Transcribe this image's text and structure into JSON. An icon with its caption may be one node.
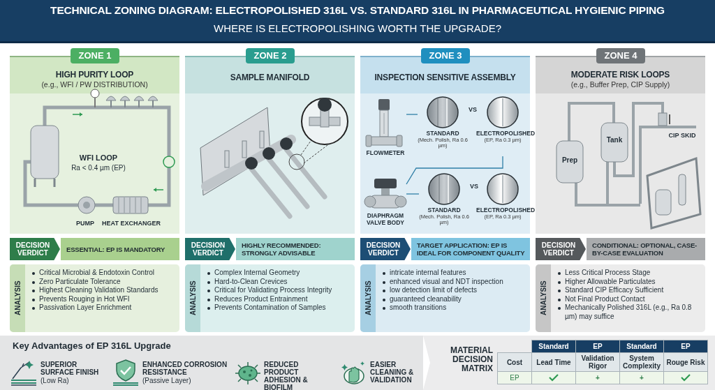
{
  "diagram": {
    "title": "TECHNICAL ZONING DIAGRAM: ELECTROPOLISHED 316L VS. STANDARD 316L IN PHARMACEUTICAL HYGIENIC PIPING",
    "nodes": [
      {
        "text": [
          "HIGH PURITY LOOP",
          "(e.g., WFI / PW DISTRIBUTION)"
        ]
      },
      {
        "text": [
          "ZONE 1"
        ],
        "in": 0
      },
      {
        "text": [
          "DECISION VERDICT"
        ]
      },
      {
        "text": [
          "ESSENTIAL: EP IS MANDATORY"
        ]
      },
      {
        "text": [
          "ANALYSIS",
          "Critical Microbial & Endotoxin Control",
          "Zero Particulate Tolerance",
          "Highest Cleaning Validation Standards",
          "Prevents Rouging in Hot WFI",
          "Passivation Layer Enrichment"
        ]
      },
      {
        "text": [
          "SAMPLE MANIFOLD"
        ]
      },
      {
        "text": [
          "ZONE 2"
        ],
        "in": 5
      },
      {
        "text": [
          "DECISION VERDICT"
        ]
      },
      {
        "text": [
          "HIGHLY RECOMMENDED: STRONGLY ADVISABLE"
        ]
      },
      {
        "text": [
          "ANALYSIS",
          "Complex Internal Geometry",
          "Hard-to-Clean Crevices",
          "Critical for Validating Process Integrity",
          "Reduces Product Entrainment",
          "Prevents Contamination of Samples"
        ]
      },
      {
        "text": [
          "INSPECTION SENSITIVE ASSEMBLY"
        ]
      },
      {
        "text": [
          "ZONE 3"
        ],
        "in": 10
      },
      {
        "text": [
          "FLOWMETER"
        ],
        "in": 10
      },
      {
        "text": [
          "STANDARD",
          "(Mech. Polish, Ra 0.6 µm)"
        ],
        "in": 10
      },
      {
        "text": [
          "ELECTROPOLISHED",
          "(EP, Ra 0.3 µm)"
        ],
        "in": 10
      },
      {
        "text": [
          "DIAPHRAGM VALVE BODY"
        ],
        "in": 10
      },
      {
        "text": [
          "STANDARD",
          "(Mech. Polish, Ra 0.6 µm)"
        ],
        "in": 10
      },
      {
        "text": [
          "ELECTROPOLISHED",
          "(EP, Ra 0.3 µm)"
        ],
        "in": 10
      },
      {
        "text": [
          "DECISION VERDICT"
        ]
      },
      {
        "text": [
          "TARGET APPLICATION: EP IS IDEAL FOR COMPONENT QUALITY"
        ]
      },
      {
        "text": [
          "ANALYSIS",
          "intricate internal features",
          "enhanced visual and NDT inspection",
          "low detection limit of defects",
          "guaranteed cleanability",
          "smooth transitions"
        ]
      },
      {
        "text": [
          "MODERATE RISK LOOPS",
          "(e.g., Buffer Prep, CIP Supply)"
        ]
      },
      {
        "text": [
          "ZONE 4"
        ],
        "in": 21
      },
      {
        "text": [
          "DECISION VERDICT"
        ]
      },
      {
        "text": [
          "CONDITIONAL: OPTIONAL, CASE-BY-CASE EVALUATION"
        ]
      },
      {
        "text": [
          "ANALYSIS",
          "Less Critical Process Stage",
          "Higher Allowable Particulates",
          "Standard CIP Efficacy Sufficient",
          "Not Final Product Contact",
          "Mechanically Polished 316L (e.g., Ra 0.8 µm) may suffice"
        ]
      },
      {
        "text": [
          "Key Advantages of EP 316L Upgrade"
        ]
      }
    ],
    "edges": [
      {
        "from": 12,
        "to": 13,
        "arrow": "none"
      },
      {
        "from": 14,
        "to": 15,
        "arrow": "none"
      },
      {
        "from": 15,
        "to": 16,
        "arrow": "none"
      }
    ],
    "labels": [
      "WHERE IS ELECTROPOLISHING WORTH THE UPGRADE?",
      "WFI LOOP",
      "Ra < 0.4 µm (EP)",
      "PUMP",
      "HEAT EXCHANGER",
      "VS",
      "VS",
      "Tank",
      "Prep",
      "CIP SKID",
      "SUPERIOR SURFACE FINISH",
      "(Low Ra)",
      "ENHANCED CORROSION RESISTANCE",
      "(Passive Layer)",
      "REDUCED PRODUCT ADHESION & BIOFILM",
      "EASIER CLEANING & VALIDATION",
      "MATERIAL DECISION MATRIX",
      "Standard",
      "EP",
      "Standard",
      "EP",
      "Cost",
      "Lead Time",
      "Validation Rigor",
      "System Complexity",
      "Rouge Risk",
      "EP",
      "+",
      "+"
    ]
  }
}
